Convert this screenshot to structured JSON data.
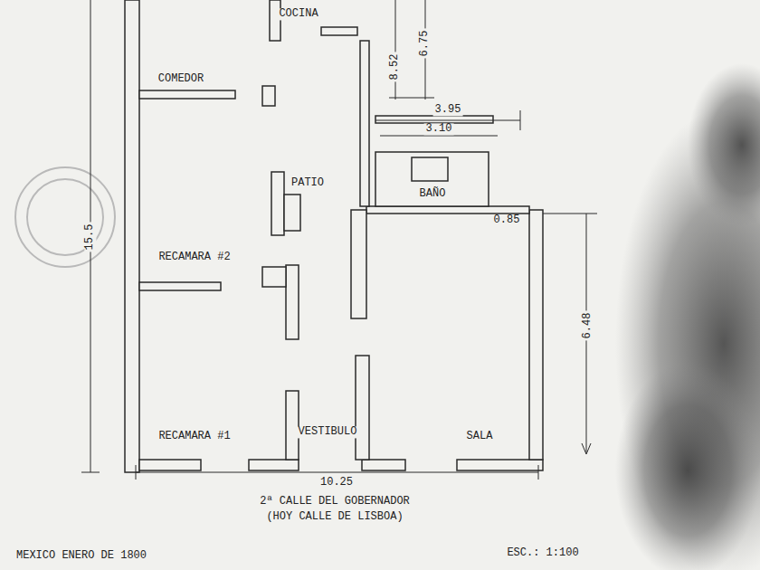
{
  "diagram": {
    "labels": [
      "COCINA",
      "COMEDOR",
      "PATIO",
      "BAÑO",
      "RECAMARA #2",
      "RECAMARA #1",
      "VESTIBULO",
      "SALA",
      "2ª CALLE DEL GOBERNADOR",
      "(HOY CALLE DE LISBOA)",
      "MEXICO ENERO DE 1800",
      "ESC.: 1:100",
      "10.25",
      "6.48",
      "3.95",
      "3.10",
      "0.85",
      "6.75",
      "8.52",
      "15.5"
    ]
  }
}
